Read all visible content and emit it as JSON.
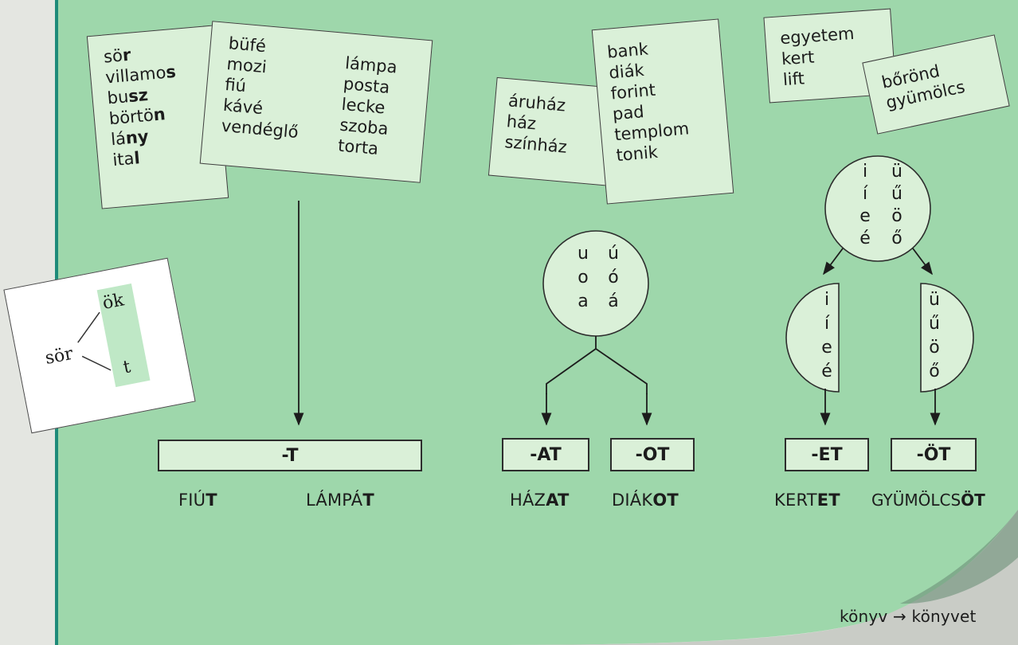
{
  "colors": {
    "page_green": "#9ed7ab",
    "card_green": "#daf0d8",
    "margin_grey": "#e4e6e1",
    "border_teal": "#1e8b79"
  },
  "cards": {
    "consonant": [
      {
        "s": "sö",
        "b": "r"
      },
      {
        "s": "villamo",
        "b": "s"
      },
      {
        "s": "bu",
        "b": "sz"
      },
      {
        "s": "börtö",
        "b": "n"
      },
      {
        "s": "lá",
        "b": "ny"
      },
      {
        "s": "ita",
        "b": "l"
      }
    ],
    "vowel_left": [
      "büfé",
      "mozi",
      "fiú",
      "kávé",
      "vendéglő"
    ],
    "vowel_right": [
      "lámpa",
      "posta",
      "lecke",
      "szoba",
      "torta"
    ],
    "back_a": [
      "áruház",
      "ház",
      "színház"
    ],
    "back_b": [
      "bank",
      "diák",
      "forint",
      "pad",
      "templom",
      "tonik"
    ],
    "front_a": [
      "egyetem",
      "kert",
      "lift"
    ],
    "front_b": [
      "bőrönd",
      "gyümölcs"
    ]
  },
  "inset": {
    "stem": "sör",
    "top": "ök",
    "bottom": "t"
  },
  "circle_back": {
    "left": [
      "u",
      "o",
      "a"
    ],
    "right": [
      "ú",
      "ó",
      "á"
    ]
  },
  "circle_front": {
    "left": [
      "i",
      "í",
      "e",
      "é"
    ],
    "right": [
      "ü",
      "ű",
      "ö",
      "ő"
    ]
  },
  "endings": {
    "t": "-T",
    "at": "-AT",
    "ot": "-OT",
    "et": "-ET",
    "ot2": "-ÖT"
  },
  "examples": [
    {
      "stem": "FIÚ",
      "end": "T"
    },
    {
      "stem": "LÁMPÁ",
      "end": "T"
    },
    {
      "stem": "HÁZ",
      "end": "AT"
    },
    {
      "stem": "DIÁK",
      "end": "OT"
    },
    {
      "stem": "KERT",
      "end": "ET"
    },
    {
      "stem": "GYÜMÖLCS",
      "end": "ÖT"
    }
  ],
  "exception": "könyv → könyvet"
}
